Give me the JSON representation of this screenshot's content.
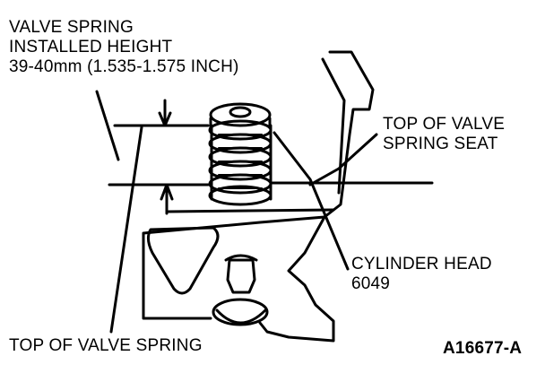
{
  "labels": {
    "installed_height_line1": "VALVE SPRING",
    "installed_height_line2": "INSTALLED HEIGHT",
    "installed_height_line3": "39-40mm (1.535-1.575 INCH)",
    "spring_seat_line1": "TOP OF VALVE",
    "spring_seat_line2": "SPRING SEAT",
    "cylinder_head_line1": "CYLINDER HEAD",
    "cylinder_head_line2": "6049",
    "top_of_spring": "TOP OF VALVE SPRING",
    "figure_id": "A16677-A"
  },
  "colors": {
    "ink": "#000000",
    "paper": "#ffffff"
  }
}
